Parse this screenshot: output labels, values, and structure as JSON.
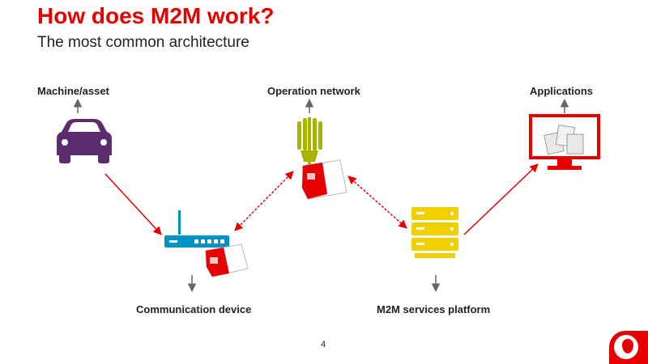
{
  "title": "How does M2M work?",
  "subtitle": "The most common architecture",
  "nodes": {
    "machine": "Machine/asset",
    "network": "Operation network",
    "applications": "Applications",
    "device": "Communication device",
    "platform": "M2M services platform"
  },
  "page_number": "4",
  "icons": [
    "car-icon",
    "cell-tower-icon",
    "monitor-icon",
    "router-icon",
    "server-icon",
    "sim-card-icon",
    "vodafone-logo"
  ],
  "colors": {
    "accent": "#e60000",
    "car": "#5c2d6e",
    "tower": "#a8b400",
    "router": "#0094c6",
    "server": "#f0d000",
    "arrow_gray": "#666666"
  }
}
